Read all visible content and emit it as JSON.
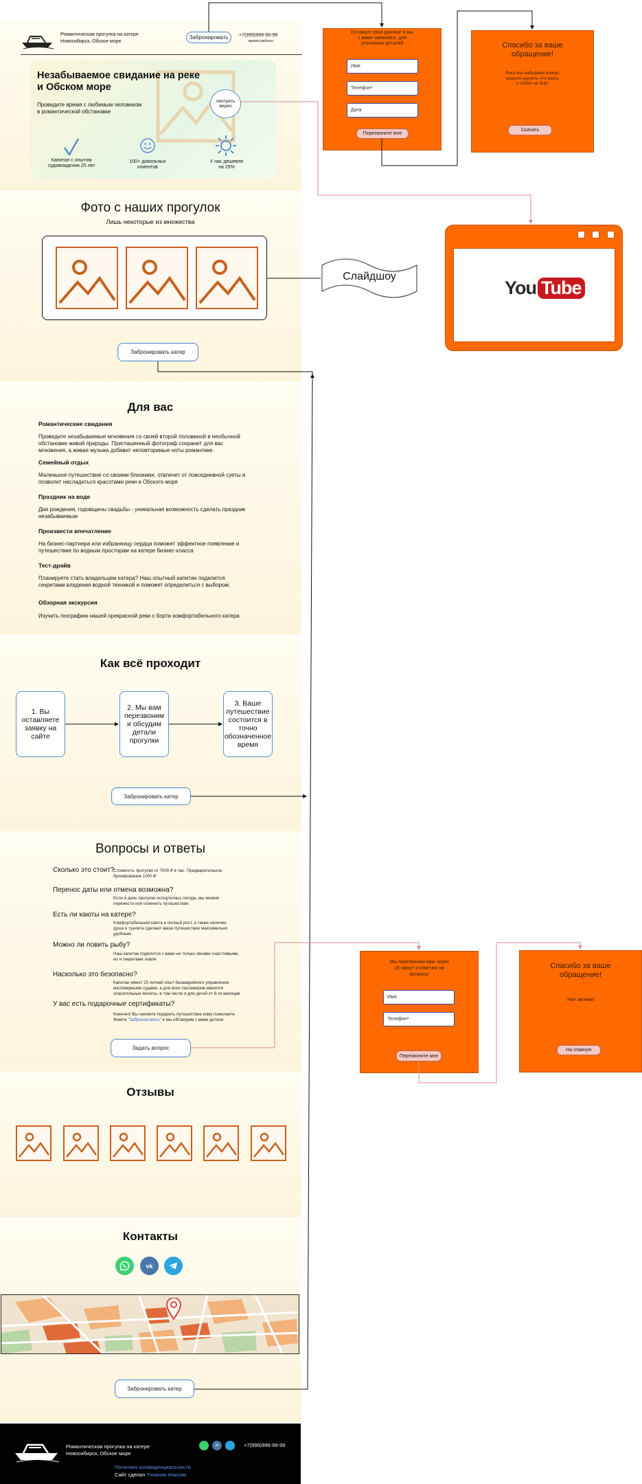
{
  "header": {
    "brand_line1": "Романтическая прогулка на катере",
    "brand_line2": "Новосибирск, Обское море",
    "book_button": "Забронировать",
    "phone": "+7(999)999-99-99",
    "hours": "время работы"
  },
  "hero": {
    "title_line1": "Незабываемое свидание на реке",
    "title_line2": "и Обском море",
    "subtitle_line1": "Проведите время с любимым человеком",
    "subtitle_line2": "в романтической обстановке",
    "video_label_1": "смотреть",
    "video_label_2": "видео",
    "feature1_line1": "Капитан с опытом",
    "feature1_line2": "судовождения 25 лет",
    "feature2_line1": "100+ довольных",
    "feature2_line2": "клиентов",
    "feature3_line1": "У нас дешевле",
    "feature3_line2": "на 25%"
  },
  "photos": {
    "title": "Фото с наших прогулок",
    "subtitle": "Лишь некоторые из множества",
    "book_button": "Забронировать катер",
    "slideshow_label": "Слайдшоу"
  },
  "for_you": {
    "title": "Для вас",
    "items": [
      {
        "heading": "Романтические свидания",
        "line1": "Проведите незабываемые мгновения со своей второй половиной в необычной",
        "line2": "обстановке живой природы. Приглашенный фотограф сохранит для вас",
        "line3": "мгновения, а живая музыка добавит неповторимые ноты романтике."
      },
      {
        "heading": "Семейный отдых",
        "line1": "Маленькое путешествие со своими близкими, отвлечет от повседневной суеты и",
        "line2": "позволит насладиться красотами реки и Обского моря",
        "line3": ""
      },
      {
        "heading": "Праздник на воде",
        "line1": "Дни рождения, годовщины свадьбы - уникальная возможность сделать праздник",
        "line2": "незабываемым",
        "line3": ""
      },
      {
        "heading": "Произвести впечатление",
        "line1": "На бизнес-партнера или избранницу сердца поможет эффектное появление и",
        "line2": "путешествие по водным просторам  на катере бизнес-класса",
        "line3": ""
      },
      {
        "heading": "Тест-драйв",
        "line1": "Планируете стать владельцем катера? Наш опытный капитан поделится",
        "line2": "секретами владения водной техникой и поможет определиться с выбором.",
        "line3": ""
      },
      {
        "heading": "Обзорная экскурсия",
        "line1": "Изучить географию нашей прекрасной реки  с борта комфортабельного катера",
        "line2": "",
        "line3": ""
      }
    ]
  },
  "process": {
    "title": "Как всё проходит",
    "step1": "1. Вы оставляете заявку на сайте",
    "step2": "2. Мы вам перезвоним и обсудим детали прогулки",
    "step3": "3. Ваше путешествие состоится в точно обозначенное время",
    "book_button": "Забронировать катер"
  },
  "faq": {
    "title": "Вопросы и ответы",
    "items": [
      {
        "q": "Сколько это стоит?",
        "a1": "Стоимость прогулки от 7000 ₽ в час. Предварительное",
        "a2": "бронирование 1000 ₽",
        "a3": ""
      },
      {
        "q": "Перенос даты или отмена возможна?",
        "a1": "Если в день прогулки испортилась погода, мы можем",
        "a2": "перенести или отменить путешествие",
        "a3": ""
      },
      {
        "q": "Есть ли каюты на катере?",
        "a1": "Комфортабельная каюта в полный рост, а также наличие",
        "a2": "душа и туалета сделают ваше путешествие максимально",
        "a3": "удобным"
      },
      {
        "q": "Можно ли ловить рыбу?",
        "a1": "Наш капитан поделится с вами не только своими счастливыми,",
        "a2": "но и секретами ловли",
        "a3": ""
      },
      {
        "q": "Насколько это безопасно?",
        "a1": "Капитан имеет 25 летний опыт безаварийного управления",
        "a2": "маломерными судами, а для всех пассажиров имеются",
        "a3": "спасательные жилеты, в том числе и для детей от 6-ти месяцев"
      },
      {
        "q": "У вас есть подарочные сертификаты?",
        "a1": "Конечно! Вы сможете подарить путешествие кому пожелаете.",
        "a2": "Жмите \"",
        "a3": "\" и мы обговорим с вами детали",
        "link": "Забронировать"
      }
    ],
    "ask_button": "Задать вопрос"
  },
  "reviews": {
    "title": "Отзывы"
  },
  "contacts": {
    "title": "Контакты",
    "book_button": "Забронировать катер"
  },
  "footer": {
    "brand_line1": "Романтическая прогулка на катере",
    "brand_line2": "Новосибирск, Обское море",
    "phone": "+7(999)999-99-99",
    "privacy": "Политика конфиденциальности",
    "made_by": "Сайт сделал",
    "author": "Тиханов Максим"
  },
  "popup_callback": {
    "title_line1": "Оставьте свои данные и мы",
    "title_line2": "с вами свяжемся, для",
    "title_line3": "уточнения деталей",
    "name_ph": "Имя",
    "phone_ph": "Телефон*",
    "date_ph": "Дата",
    "submit": "Перезвоните мне"
  },
  "popup_thanks": {
    "title_line1": "Спасибо за ваше",
    "title_line2": "обращение!",
    "text_line1": "Пока мы набираем номер,",
    "text_line2": "можете изучить что взять",
    "text_line3": "с собой на борт",
    "button": "Скачать"
  },
  "video_window": {
    "brand_you": "You",
    "brand_tube": "Tube"
  },
  "popup_question": {
    "title_line1": "Мы перезвоним вам через",
    "title_line2": "15 минут и ответим на",
    "title_line3": "вопросы",
    "name_ph": "Имя",
    "phone_ph": "Телефон*",
    "submit": "Перезвоните мне"
  },
  "popup_thanks2": {
    "title_line1": "Спасибо за ваше",
    "title_line2": "обращение!",
    "text": "Уже звоним!",
    "button": "На главную"
  },
  "colors": {
    "accent": "#ff6a00",
    "button_border": "#5d8fc9",
    "thumb": "#c8601e",
    "flow_line": "#d98a96"
  }
}
